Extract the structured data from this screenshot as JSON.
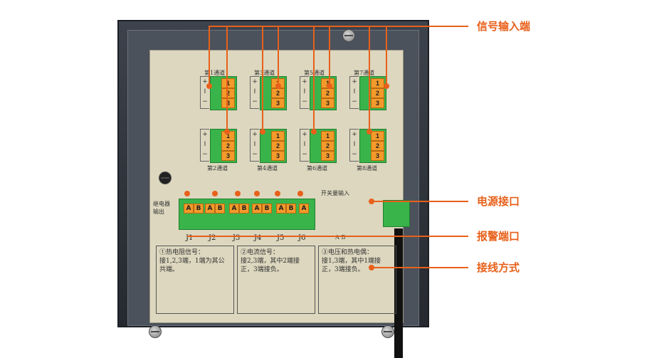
{
  "callouts": {
    "signal_input": "信号输入端",
    "power_port": "电源接口",
    "alarm_port": "报警端口",
    "wiring_method": "接线方式"
  },
  "panel": {
    "channels": [
      "第1通道",
      "第3通道",
      "第5通道",
      "第7通道",
      "第2通道",
      "第4通道",
      "第6通道",
      "第8通道"
    ],
    "pins": [
      "1",
      "2",
      "3"
    ],
    "relay_label": "继电器输出",
    "switch_label": "开关量输入",
    "ab_label": "A B",
    "j_labels": [
      "J1",
      "J2",
      "J3",
      "J4",
      "J5",
      "J6"
    ],
    "wiring": [
      {
        "title": "①热电阻信号：",
        "text": "接1,2,3端，1端为其公共端。"
      },
      {
        "title": "②电流信号：",
        "text": "接2,3端，其中2端接正，3端接负。"
      },
      {
        "title": "③电压和热电偶：",
        "text": "接1,3端，其中1端接正，3端接负。"
      }
    ]
  },
  "colors": {
    "accent": "#e8601a",
    "terminal_green": "#39b44a",
    "terminal_orange": "#f39a2b"
  }
}
